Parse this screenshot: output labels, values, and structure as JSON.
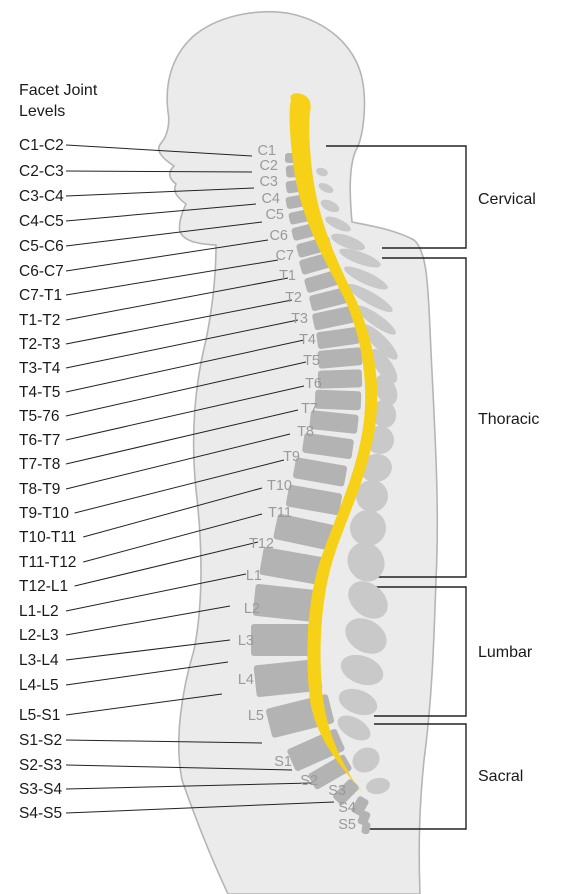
{
  "title": [
    "Facet Joint",
    "Levels"
  ],
  "facet_joints": [
    "C1-C2",
    "C2-C3",
    "C3-C4",
    "C4-C5",
    "C5-C6",
    "C6-C7",
    "C7-T1",
    "T1-T2",
    "T2-T3",
    "T3-T4",
    "T4-T5",
    "T5-76",
    "T6-T7",
    "T7-T8",
    "T8-T9",
    "T9-T10",
    "T10-T11",
    "T11-T12",
    "T12-L1",
    "L1-L2",
    "L2-L3",
    "L3-L4",
    "L4-L5",
    "L5-S1",
    "S1-S2",
    "S2-S3",
    "S3-S4",
    "S4-S5"
  ],
  "vertebrae": [
    "C1",
    "C2",
    "C3",
    "C4",
    "C5",
    "C6",
    "C7",
    "T1",
    "T2",
    "T3",
    "T4",
    "T5",
    "T6",
    "T7",
    "T8",
    "T9",
    "T10",
    "T11",
    "T12",
    "L1",
    "L2",
    "L3",
    "L4",
    "L5",
    "S1",
    "S2",
    "S3",
    "S4",
    "S5"
  ],
  "regions": [
    "Cervical",
    "Thoracic",
    "Lumbar",
    "Sacral"
  ],
  "colors": {
    "spinal_cord": "#f7d117",
    "vertebra": "#b3b3b3",
    "body_fill": "#ebebeb",
    "body_outline": "#b5b5b5",
    "text": "#1a1a1a",
    "vertebra_label": "#9a9a9a"
  }
}
